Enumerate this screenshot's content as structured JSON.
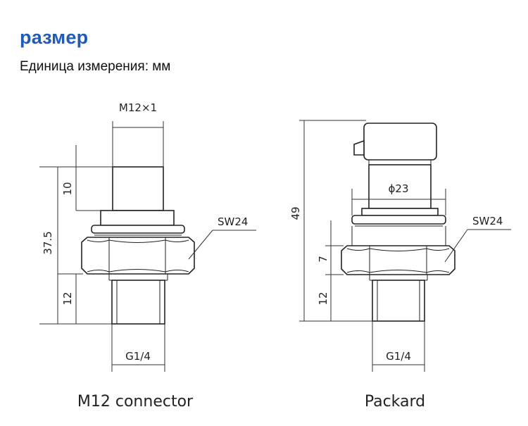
{
  "header": {
    "title": "размер",
    "subtitle": "Единица измерения: мм",
    "title_color": "#1f5bbf"
  },
  "diagrams": {
    "m12": {
      "caption": "M12 connector",
      "thread_top": "M12×1",
      "dim_connector": "10",
      "dim_total": "37.5",
      "dim_thread": "12",
      "hex": "SW24",
      "thread_bottom": "G1/4"
    },
    "packard": {
      "caption": "Packard",
      "dim_total": "49",
      "diameter": "ϕ23",
      "hex": "SW24",
      "dim_hex": "7",
      "dim_thread": "12",
      "thread_bottom": "G1/4"
    }
  }
}
